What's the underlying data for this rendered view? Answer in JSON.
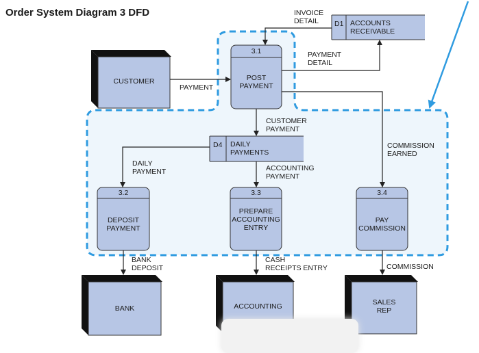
{
  "title": "Order System Diagram 3 DFD",
  "colors": {
    "box_fill": "#b7c6e5",
    "box_stroke": "#333333",
    "entity_shadow": "#111111",
    "boundary": "#2f9be0",
    "boundary_fill": "#eef6fc",
    "arrow_pointer": "#2f9be0"
  },
  "processes": [
    {
      "num": "3.1",
      "name": "POST\nPAYMENT"
    },
    {
      "num": "3.2",
      "name": "DEPOSIT\nPAYMENT"
    },
    {
      "num": "3.3",
      "name": "PREPARE\nACCOUNTING\nENTRY"
    },
    {
      "num": "3.4",
      "name": "PAY\nCOMMISSION"
    }
  ],
  "entities": {
    "customer": "CUSTOMER",
    "bank": "BANK",
    "accounting": "ACCOUNTING",
    "sales_rep": "SALES\nREP"
  },
  "data_stores": {
    "d1": {
      "id": "D1",
      "name": "ACCOUNTS\nRECEIVABLE"
    },
    "d4": {
      "id": "D4",
      "name": "DAILY\nPAYMENTS"
    }
  },
  "flows": {
    "invoice_detail": "INVOICE\nDETAIL",
    "payment": "PAYMENT",
    "payment_detail": "PAYMENT\nDETAIL",
    "customer_payment": "CUSTOMER\nPAYMENT",
    "commission_earned": "COMMISSION\nEARNED",
    "daily_payment": "DAILY\nPAYMENT",
    "accounting_payment": "ACCOUNTING\nPAYMENT",
    "bank_deposit": "BANK\nDEPOSIT",
    "cash_receipts_entry": "CASH\nRECEIPTS ENTRY",
    "commission": "COMMISSION"
  }
}
